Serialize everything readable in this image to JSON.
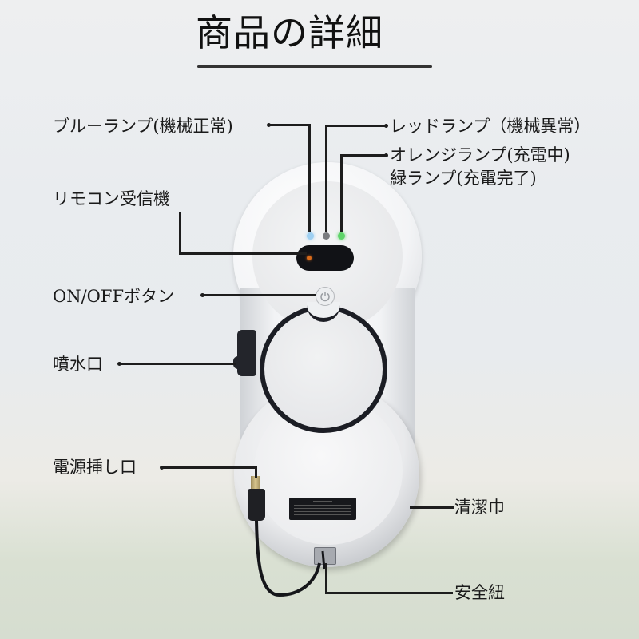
{
  "header": {
    "title": "商品の詳細"
  },
  "labels": {
    "blue_lamp": "ブルーランプ(機械正常)",
    "red_lamp": "レッドランプ（機械異常）",
    "orange_lamp": "オレンジランプ(充電中)",
    "green_lamp": "緑ランプ(充電完了)",
    "remote_receiver": "リモコン受信機",
    "power_button": "ON/OFFボタン",
    "spray_nozzle": "噴水口",
    "power_socket": "電源挿し口",
    "cleaning_cloth": "清潔巾",
    "safety_rope": "安全紐"
  },
  "device": {
    "lamps": [
      {
        "name": "blue-lamp",
        "color": "#9fd0f2"
      },
      {
        "name": "red-lamp",
        "color": "#7a7c80"
      },
      {
        "name": "green-lamp",
        "color": "#5fd46a"
      }
    ],
    "ir_indicator_color": "#d86a1a",
    "icons": [
      "power-icon"
    ]
  }
}
